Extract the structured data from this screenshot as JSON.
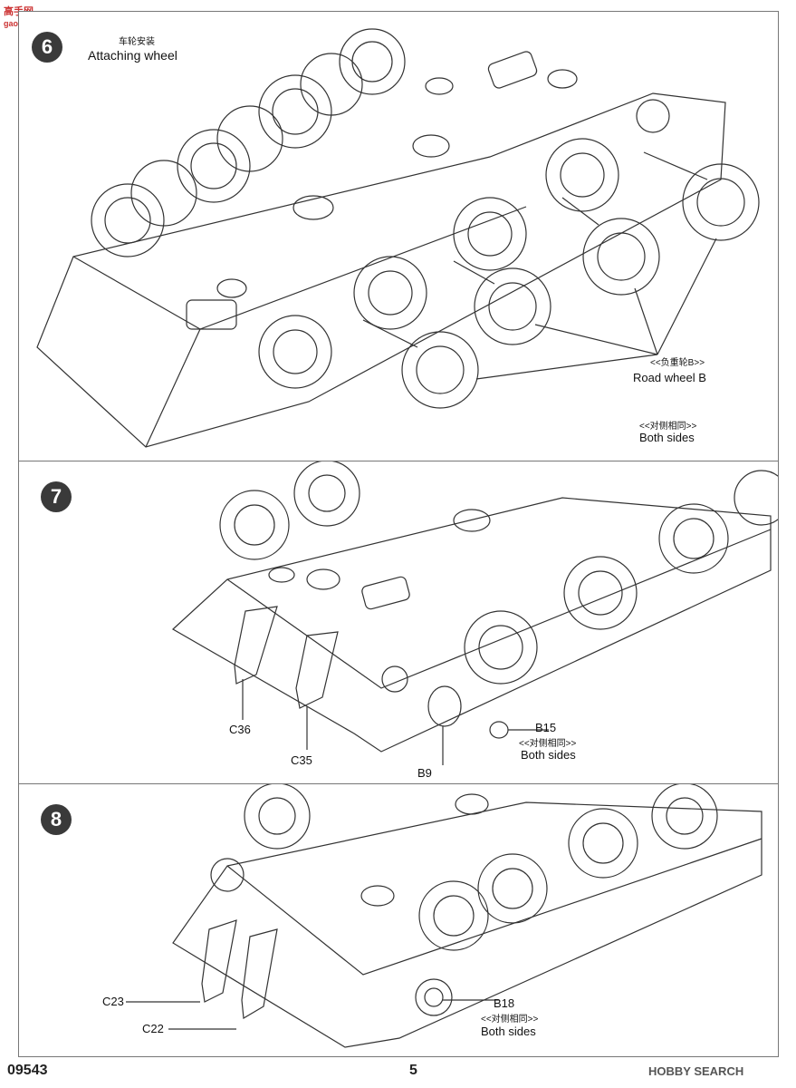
{
  "watermark": {
    "main": "高手网",
    "sub": "gao-shou.com"
  },
  "steps": [
    {
      "number": "6",
      "title_cn": "车轮安装",
      "title_en": "Attaching wheel",
      "callouts": {
        "cn": "<<负重轮B>>",
        "en": "Road wheel B",
        "sides_cn": "<<对侧相同>>",
        "sides_en": "Both sides"
      }
    },
    {
      "number": "7",
      "parts": [
        "C36",
        "C35",
        "B9",
        "B15"
      ],
      "sides_cn": "<<对侧相同>>",
      "sides_en": "Both sides"
    },
    {
      "number": "8",
      "parts": [
        "C23",
        "C22",
        "B18"
      ],
      "sides_cn": "<<对侧相同>>",
      "sides_en": "Both sides"
    }
  ],
  "footer": {
    "code": "09543",
    "page": "5",
    "brand": "HOBBY SEARCH"
  }
}
